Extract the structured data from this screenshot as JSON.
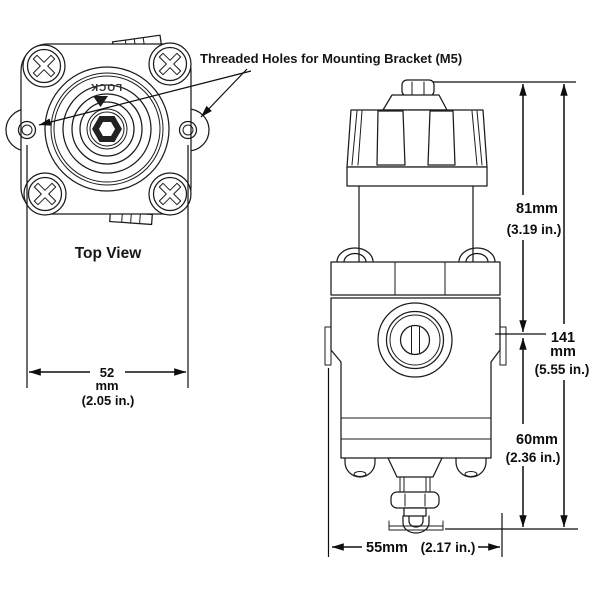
{
  "background": "#ffffff",
  "ink": "#1b1b1b",
  "top_view": {
    "caption": "Top View",
    "lock_label": "LOCK"
  },
  "callout": {
    "label": "Threaded Holes for Mounting Bracket (M5)"
  },
  "dimensions": {
    "bracket_hole_spacing": {
      "value": "52",
      "unit": "mm",
      "inches": "(2.05 in.)"
    },
    "knob_section_height": {
      "value": "81mm",
      "inches": "(3.19 in.)"
    },
    "overall_height": {
      "value": "141",
      "unit": "mm",
      "inches": "(5.55 in.)"
    },
    "body_section_height": {
      "value": "60mm",
      "inches": "(2.36 in.)"
    },
    "body_width": {
      "value": "55mm",
      "inches": "(2.17 in.)"
    }
  }
}
